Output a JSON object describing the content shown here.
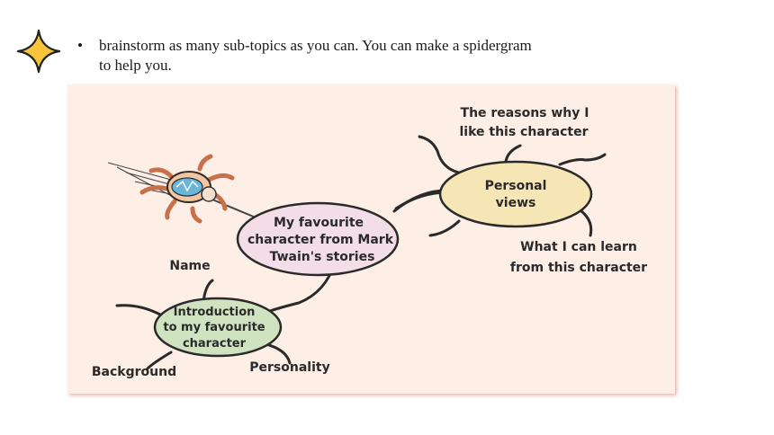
{
  "instruction": {
    "line1": "brainstorm as many sub-topics as you can. You can make a spidergram",
    "line2": "to help you."
  },
  "spidergram": {
    "center": [
      "My favourite",
      "character from Mark",
      "Twain's stories"
    ],
    "personal_views": [
      "Personal",
      "views"
    ],
    "introduction": [
      "Introduction",
      "to my favourite",
      "character"
    ],
    "reasons": [
      "The reasons why I",
      "like this character"
    ],
    "learn": [
      "What I can learn",
      "from this character"
    ],
    "name": "Name",
    "background": "Background",
    "personality": "Personality"
  },
  "icons": [
    "sparkle-star-icon",
    "spider-icon"
  ],
  "colors": {
    "panel": "#fdeee6",
    "center_node": "#f3dde6",
    "views_node": "#f6e6b5",
    "intro_node": "#cfe3c1",
    "star": "#f7c43a"
  }
}
